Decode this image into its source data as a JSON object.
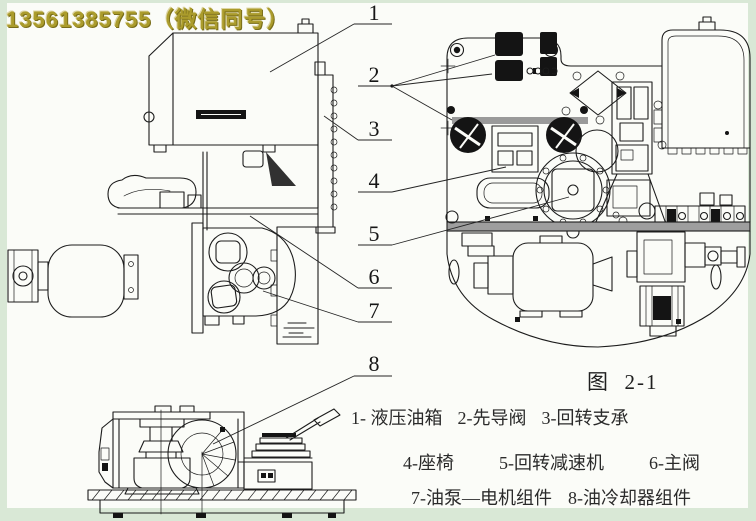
{
  "watermark": {
    "text": "13561385755（微信同号）",
    "color": "#ab9c2c"
  },
  "figure": {
    "caption": "图  2-1",
    "callouts": [
      "1",
      "2",
      "3",
      "4",
      "5",
      "6",
      "7",
      "8"
    ],
    "legend_rows": [
      [
        "1- 液压油箱",
        "2-先导阀",
        "3-回转支承"
      ],
      [
        "4-座椅",
        "5-回转减速机",
        "6-主阀"
      ],
      [
        "7-油泵—电机组件",
        "8-油冷却器组件"
      ]
    ],
    "parts": [
      {
        "num": "1",
        "name": "液压油箱"
      },
      {
        "num": "2",
        "name": "先导阀"
      },
      {
        "num": "3",
        "name": "回转支承"
      },
      {
        "num": "4",
        "name": "座椅"
      },
      {
        "num": "5",
        "name": "回转减速机"
      },
      {
        "num": "6",
        "name": "主阀"
      },
      {
        "num": "7",
        "name": "油泵—电机组件"
      },
      {
        "num": "8",
        "name": "油冷却器组件"
      }
    ]
  },
  "colors": {
    "paper": "#fbfcf8",
    "frame": "#d9e8d6",
    "line": "#1c1c1c"
  }
}
